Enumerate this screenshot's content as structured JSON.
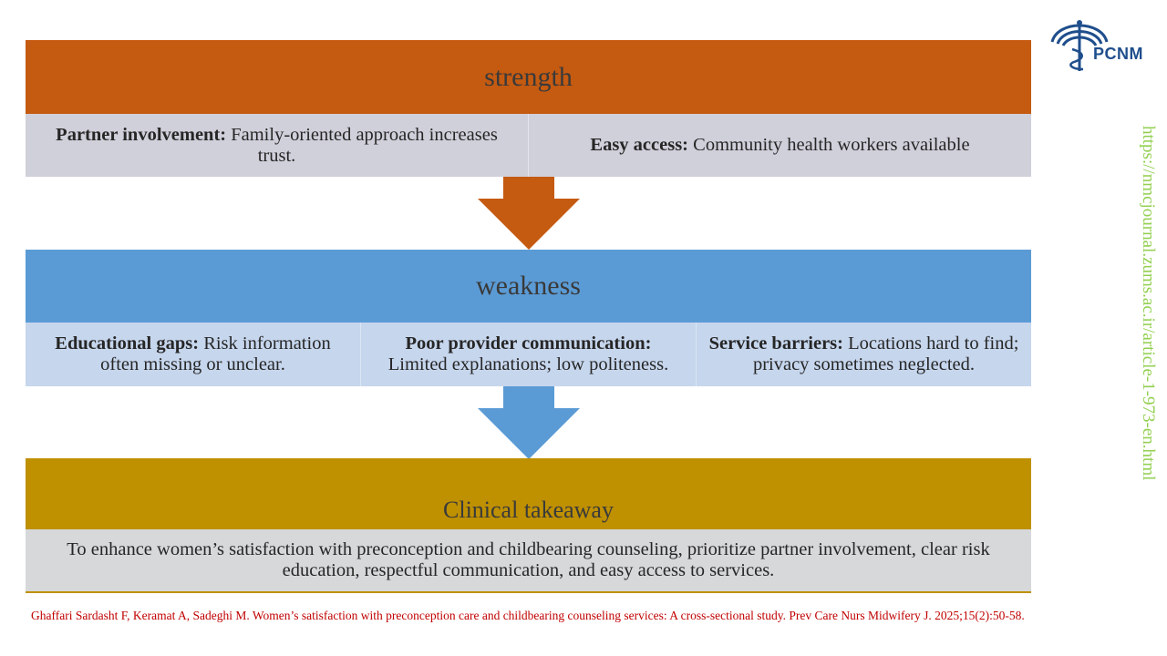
{
  "strength": {
    "title": "strength",
    "items": [
      {
        "label": "Partner involvement:",
        "text": " Family-oriented approach increases trust."
      },
      {
        "label": "Easy access:",
        "text": " Community health workers available"
      }
    ]
  },
  "weakness": {
    "title": "weakness",
    "items": [
      {
        "label": "Educational gaps:",
        "text": " Risk information often missing or unclear."
      },
      {
        "label": "Poor provider communication:",
        "text": " Limited explanations; low politeness."
      },
      {
        "label": "Service barriers:",
        "text": " Locations hard to find; privacy sometimes neglected."
      }
    ]
  },
  "takeaway": {
    "title": "Clinical takeaway",
    "text": "To enhance women’s satisfaction with preconception and childbearing counseling, prioritize partner involvement, clear risk education, respectful communication, and easy access to services."
  },
  "citation": "Ghaffari Sardasht F, Keramat A, Sadeghi M. Women’s satisfaction with preconception care and childbearing counseling services: A cross-sectional study. Prev Care Nurs Midwifery J. 2025;15(2):50-58.",
  "side_url": "https://nmcjournal.zums.ac.ir/article-1-973-en.html",
  "logo": {
    "text": "PCNM"
  },
  "colors": {
    "strength": "#c55a11",
    "weakness": "#5b9bd5",
    "takeaway": "#bf9000",
    "url": "#92d050",
    "citation": "#c00000"
  }
}
